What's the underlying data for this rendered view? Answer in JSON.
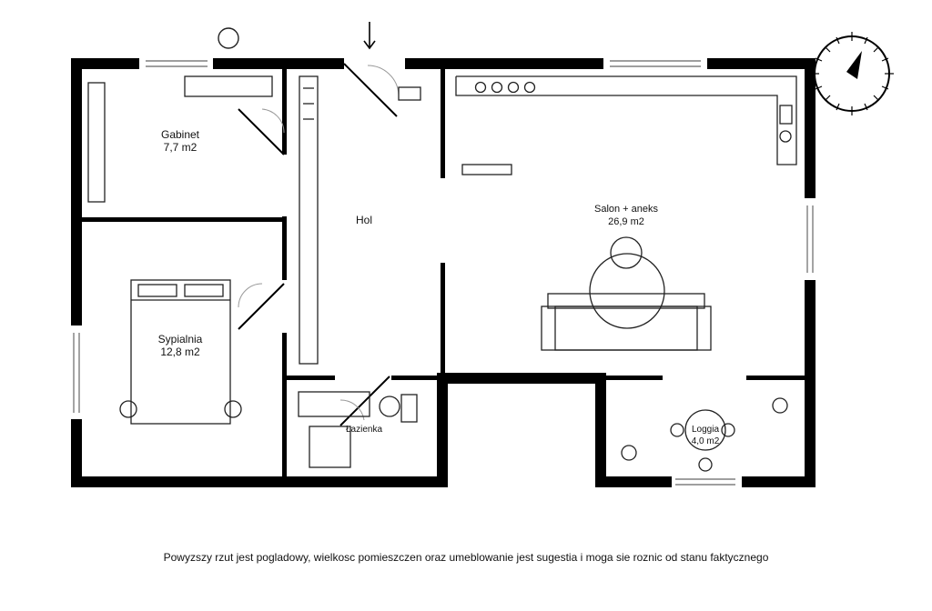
{
  "rooms": {
    "gabinet": {
      "name": "Gabinet",
      "area": "7,7 m2"
    },
    "hol": {
      "name": "Hol"
    },
    "salon": {
      "name": "Salon + aneks",
      "area": "26,9 m2"
    },
    "sypialnia": {
      "name": "Sypialnia",
      "area": "12,8 m2"
    },
    "lazienka": {
      "name": "Łazienka"
    },
    "loggia": {
      "name": "Loggia",
      "area": "4,0 m2"
    }
  },
  "disclaimer": "Powyzszy rzut jest pogladowy, wielkosc pomieszczen oraz umeblowanie jest sugestia i moga sie roznic od stanu faktycznego",
  "icons": {
    "compass": "compass-icon",
    "entrance": "entrance-arrow-icon"
  },
  "colors": {
    "wall": "#000000",
    "line": "#222222",
    "background": "#ffffff"
  }
}
